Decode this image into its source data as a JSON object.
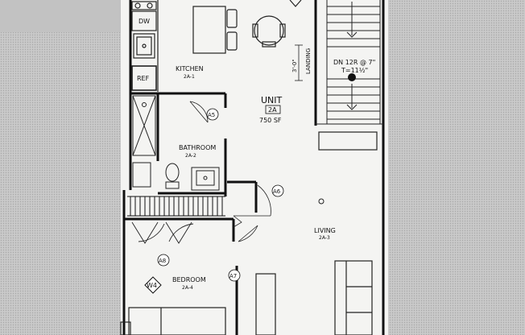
{
  "plan": {
    "unit": {
      "title": "UNIT",
      "number": "2A",
      "area": "750 SF"
    },
    "rooms": {
      "kitchen": {
        "name": "KITCHEN",
        "code": "2A-1"
      },
      "bathroom": {
        "name": "BATHROOM",
        "code": "2A-2"
      },
      "living": {
        "name": "LIVING",
        "code": "2A-3"
      },
      "bedroom": {
        "name": "BEDROOM",
        "code": "2A-4"
      }
    },
    "appliances": {
      "dishwasher": "DW",
      "refrigerator": "REF"
    },
    "stairs": {
      "line1": "DN 12R @ 7\"",
      "line2": "T=11½\""
    },
    "landing": {
      "label": "LANDING",
      "dimension": "3'-0\""
    },
    "door_tags": {
      "a5": "A5",
      "a6": "A6",
      "a7": "A7",
      "a8": "A8"
    },
    "window_tag": "W4"
  }
}
